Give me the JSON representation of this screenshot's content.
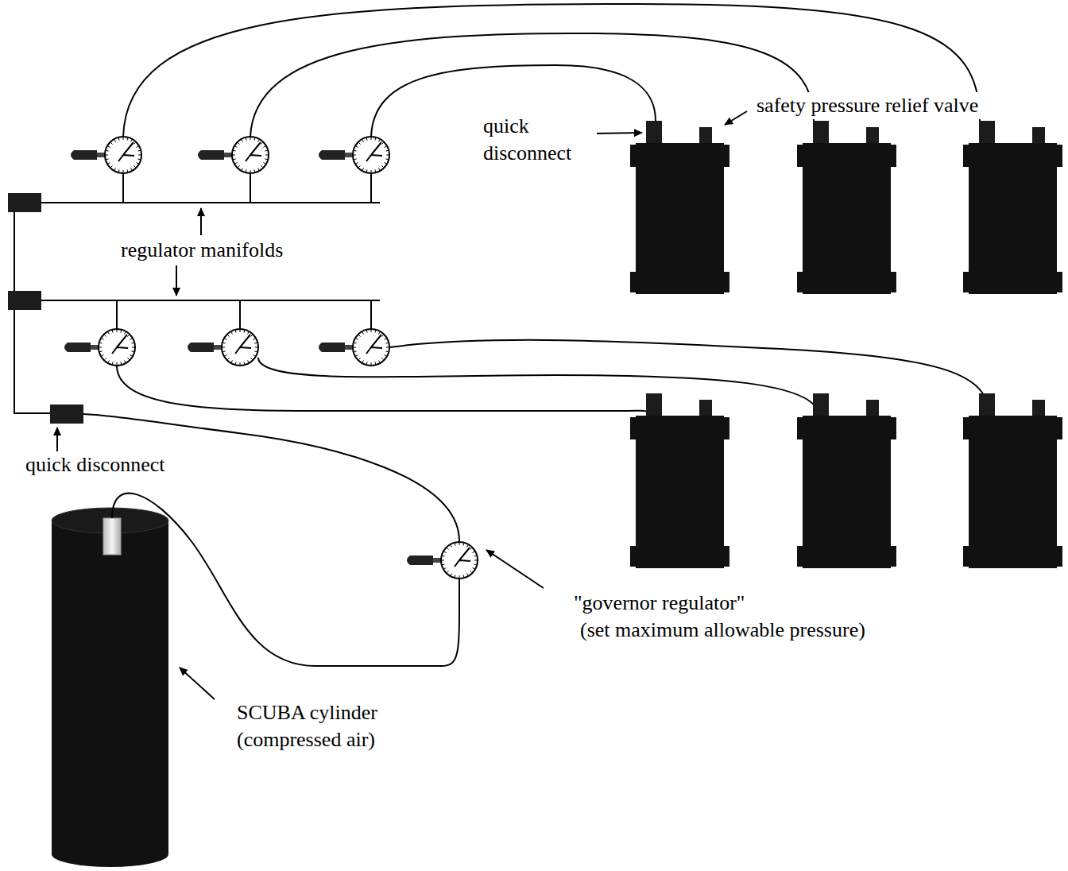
{
  "diagram": {
    "labels": [
      "quick disconnect",
      "safety pressure relief valve",
      "regulator manifolds",
      "quick disconnect",
      "\"governor regulator\"",
      "(set maximum allowable pressure)",
      "SCUBA cylinder",
      "(compressed air)"
    ]
  }
}
